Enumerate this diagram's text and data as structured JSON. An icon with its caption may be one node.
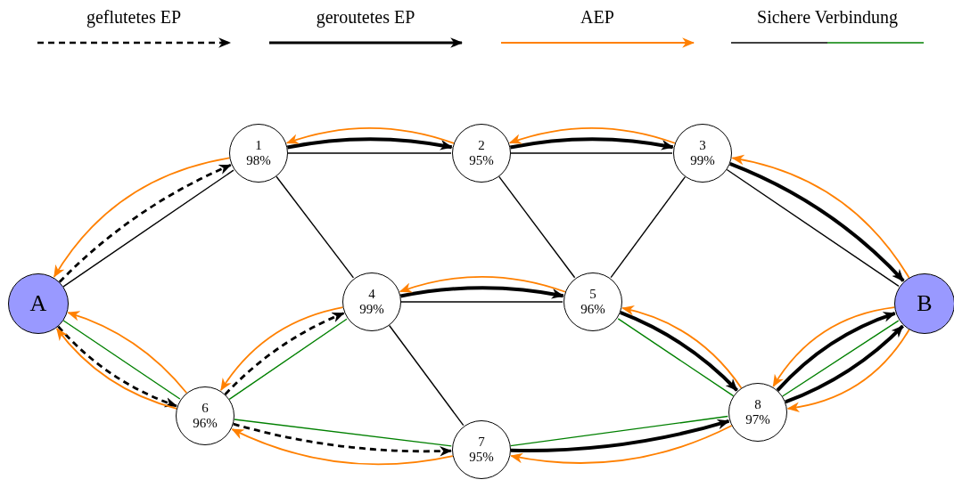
{
  "diagram": {
    "nodes": [
      {
        "text": [
          "A"
        ]
      },
      {
        "text": [
          "1",
          "98%"
        ]
      },
      {
        "text": [
          "2",
          "95%"
        ]
      },
      {
        "text": [
          "3",
          "99%"
        ]
      },
      {
        "text": [
          "4",
          "99%"
        ]
      },
      {
        "text": [
          "5",
          "96%"
        ]
      },
      {
        "text": [
          "6",
          "96%"
        ]
      },
      {
        "text": [
          "7",
          "95%"
        ]
      },
      {
        "text": [
          "8",
          "97%"
        ]
      },
      {
        "text": [
          "B"
        ]
      }
    ],
    "edges": [
      {
        "from": 0,
        "to": 1,
        "arrow": "none"
      },
      {
        "from": 1,
        "to": 2,
        "arrow": "none"
      },
      {
        "from": 2,
        "to": 3,
        "arrow": "none"
      },
      {
        "from": 3,
        "to": 9,
        "arrow": "none"
      },
      {
        "from": 1,
        "to": 4,
        "arrow": "none"
      },
      {
        "from": 2,
        "to": 5,
        "arrow": "none"
      },
      {
        "from": 3,
        "to": 5,
        "arrow": "none"
      },
      {
        "from": 4,
        "to": 5,
        "arrow": "none"
      },
      {
        "from": 4,
        "to": 7,
        "arrow": "none"
      },
      {
        "from": 0,
        "to": 6,
        "arrow": "none",
        "color": "#008000"
      },
      {
        "from": 6,
        "to": 4,
        "arrow": "none",
        "color": "#008000"
      },
      {
        "from": 6,
        "to": 7,
        "arrow": "none",
        "color": "#008000"
      },
      {
        "from": 7,
        "to": 8,
        "arrow": "none",
        "color": "#008000"
      },
      {
        "from": 8,
        "to": 5,
        "arrow": "none",
        "color": "#008000"
      },
      {
        "from": 8,
        "to": 9,
        "arrow": "none",
        "color": "#008000"
      },
      {
        "from": 0,
        "to": 1,
        "arrow": "to",
        "style": "dashed"
      },
      {
        "from": 0,
        "to": 6,
        "arrow": "to",
        "style": "dashed"
      },
      {
        "from": 6,
        "to": 4,
        "arrow": "to",
        "style": "dashed"
      },
      {
        "from": 6,
        "to": 7,
        "arrow": "to",
        "style": "dashed"
      },
      {
        "from": 1,
        "to": 2,
        "arrow": "to",
        "style": "thick"
      },
      {
        "from": 2,
        "to": 3,
        "arrow": "to",
        "style": "thick"
      },
      {
        "from": 3,
        "to": 9,
        "arrow": "to",
        "style": "thick"
      },
      {
        "from": 4,
        "to": 5,
        "arrow": "to",
        "style": "thick"
      },
      {
        "from": 5,
        "to": 8,
        "arrow": "to",
        "style": "thick"
      },
      {
        "from": 7,
        "to": 8,
        "arrow": "to",
        "style": "thick"
      },
      {
        "from": 8,
        "to": 9,
        "arrow": "to",
        "style": "thick"
      },
      {
        "from": 8,
        "to": 9,
        "arrow": "to",
        "style": "thick"
      },
      {
        "from": 2,
        "to": 1,
        "arrow": "to",
        "color": "#ff8000"
      },
      {
        "from": 3,
        "to": 2,
        "arrow": "to",
        "color": "#ff8000"
      },
      {
        "from": 9,
        "to": 3,
        "arrow": "to",
        "color": "#ff8000"
      },
      {
        "from": 1,
        "to": 0,
        "arrow": "to",
        "color": "#ff8000"
      },
      {
        "from": 5,
        "to": 4,
        "arrow": "to",
        "color": "#ff8000"
      },
      {
        "from": 4,
        "to": 6,
        "arrow": "to",
        "color": "#ff8000"
      },
      {
        "from": 6,
        "to": 0,
        "arrow": "to",
        "color": "#ff8000"
      },
      {
        "from": 6,
        "to": 0,
        "arrow": "to",
        "color": "#ff8000"
      },
      {
        "from": 7,
        "to": 6,
        "arrow": "to",
        "color": "#ff8000"
      },
      {
        "from": 8,
        "to": 7,
        "arrow": "to",
        "color": "#ff8000"
      },
      {
        "from": 8,
        "to": 5,
        "arrow": "to",
        "color": "#ff8000"
      },
      {
        "from": 9,
        "to": 8,
        "arrow": "to",
        "color": "#ff8000"
      },
      {
        "from": 9,
        "to": 8,
        "arrow": "to",
        "color": "#ff8000"
      }
    ],
    "legend": [
      {
        "text": "geflutetes EP"
      },
      {
        "text": "geroutetes EP"
      },
      {
        "text": "AEP"
      },
      {
        "text": "Sichere Verbindung"
      }
    ]
  }
}
